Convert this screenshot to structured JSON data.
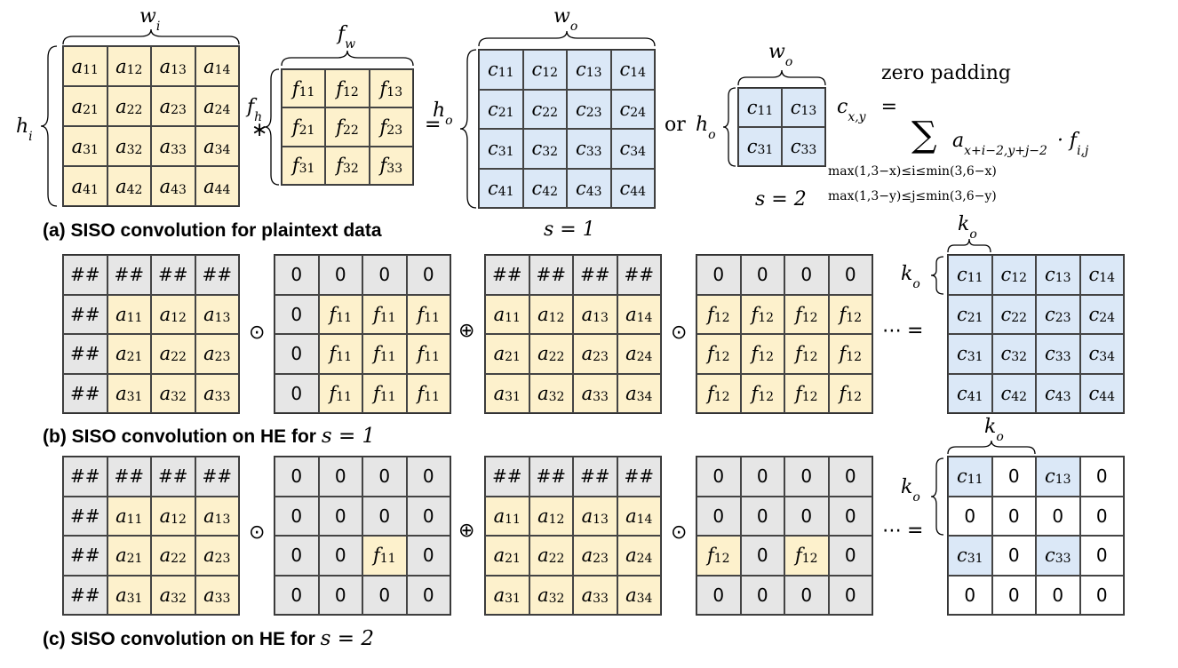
{
  "captions": {
    "a": "(a) SISO convolution for plaintext data",
    "b": "(b) SISO convolution on HE for",
    "c": "(c) SISO convolution on HE for",
    "s1": "s = 1",
    "s2": "s = 2"
  },
  "labels": {
    "w_i": "w",
    "h_i": "h",
    "f_w": "f",
    "f_h": "f",
    "w_o": "w",
    "h_o": "h",
    "k_o": "k",
    "or": "or",
    "zero_padding": "zero padding",
    "cxy": "c",
    "cxy_sub": "x,y",
    "eq": "=",
    "sum_term": "a",
    "sum_sub": "x+i−2,y+j−2",
    "dot_f": "· f",
    "f_sub": "i,j",
    "lim1": "max(1,3−x)≤i≤min(3,6−x)",
    "lim2": "max(1,3−y)≤j≤min(3,6−y)"
  },
  "operators": {
    "conv": "∗",
    "equals": "=",
    "hadamard": "⊙",
    "plus": "⊕",
    "ellipsis": "⋯",
    "eq": "="
  },
  "matrices": {
    "A": [
      [
        "a11",
        "a12",
        "a13",
        "a14"
      ],
      [
        "a21",
        "a22",
        "a23",
        "a24"
      ],
      [
        "a31",
        "a32",
        "a33",
        "a34"
      ],
      [
        "a41",
        "a42",
        "a43",
        "a44"
      ]
    ],
    "F": [
      [
        "f11",
        "f12",
        "f13"
      ],
      [
        "f21",
        "f22",
        "f23"
      ],
      [
        "f31",
        "f32",
        "f33"
      ]
    ],
    "C": [
      [
        "c11",
        "c12",
        "c13",
        "c14"
      ],
      [
        "c21",
        "c22",
        "c23",
        "c24"
      ],
      [
        "c31",
        "c32",
        "c33",
        "c34"
      ],
      [
        "c41",
        "c42",
        "c43",
        "c44"
      ]
    ],
    "C2": [
      [
        "c11",
        "c13"
      ],
      [
        "c31",
        "c33"
      ]
    ],
    "shift1": [
      [
        "##",
        "##",
        "##",
        "##"
      ],
      [
        "##",
        "a11",
        "a12",
        "a13"
      ],
      [
        "##",
        "a21",
        "a22",
        "a23"
      ],
      [
        "##",
        "a31",
        "a32",
        "a33"
      ]
    ],
    "shift2": [
      [
        "##",
        "##",
        "##",
        "##"
      ],
      [
        "a11",
        "a12",
        "a13",
        "a14"
      ],
      [
        "a21",
        "a22",
        "a23",
        "a24"
      ],
      [
        "a31",
        "a32",
        "a33",
        "a34"
      ]
    ],
    "mask11_s1": [
      [
        "0",
        "0",
        "0",
        "0"
      ],
      [
        "0",
        "f11",
        "f11",
        "f11"
      ],
      [
        "0",
        "f11",
        "f11",
        "f11"
      ],
      [
        "0",
        "f11",
        "f11",
        "f11"
      ]
    ],
    "mask12_s1": [
      [
        "0",
        "0",
        "0",
        "0"
      ],
      [
        "f12",
        "f12",
        "f12",
        "f12"
      ],
      [
        "f12",
        "f12",
        "f12",
        "f12"
      ],
      [
        "f12",
        "f12",
        "f12",
        "f12"
      ]
    ],
    "mask11_s2": [
      [
        "0",
        "0",
        "0",
        "0"
      ],
      [
        "0",
        "0",
        "0",
        "0"
      ],
      [
        "0",
        "0",
        "f11",
        "0"
      ],
      [
        "0",
        "0",
        "0",
        "0"
      ]
    ],
    "mask12_s2": [
      [
        "0",
        "0",
        "0",
        "0"
      ],
      [
        "0",
        "0",
        "0",
        "0"
      ],
      [
        "f12",
        "0",
        "f12",
        "0"
      ],
      [
        "0",
        "0",
        "0",
        "0"
      ]
    ],
    "out_s2": [
      [
        "c11",
        "0",
        "c13",
        "0"
      ],
      [
        "0",
        "0",
        "0",
        "0"
      ],
      [
        "c31",
        "0",
        "c33",
        "0"
      ],
      [
        "0",
        "0",
        "0",
        "0"
      ]
    ]
  }
}
